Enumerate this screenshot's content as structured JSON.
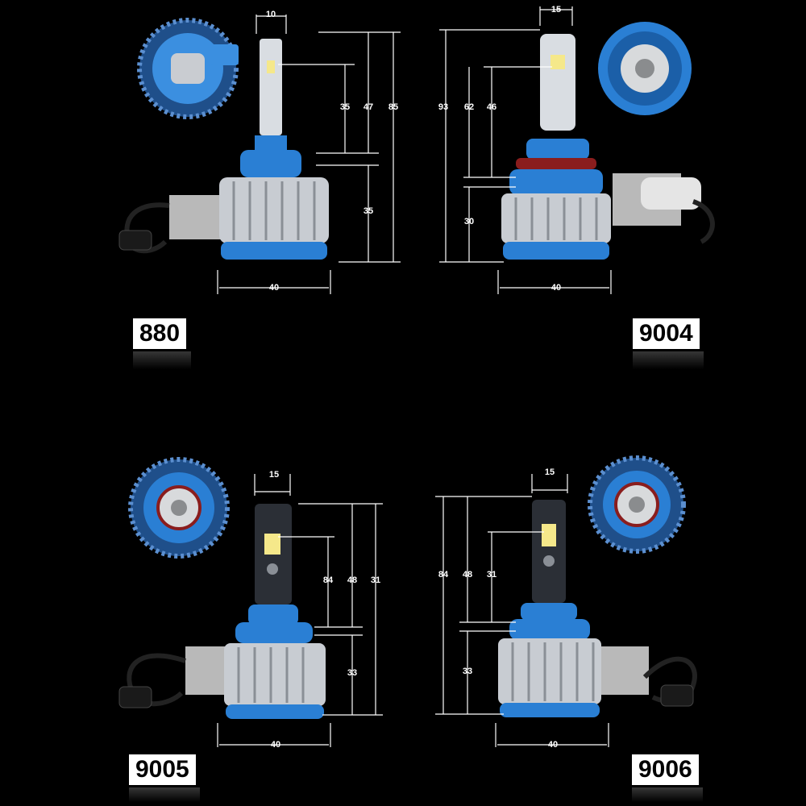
{
  "panels": [
    {
      "model": "880",
      "dims": {
        "top_width": "10",
        "led_height": "35",
        "neck_height": "47",
        "total_height": "85",
        "base_height": "35",
        "base_width": "40"
      }
    },
    {
      "model": "9004",
      "dims": {
        "top_width": "15",
        "total_height": "93",
        "neck_height": "62",
        "led_height": "46",
        "base_height": "30",
        "base_width": "40"
      }
    },
    {
      "model": "9005",
      "dims": {
        "top_width": "15",
        "led_height": "84",
        "neck_height": "48",
        "total_height": "31",
        "base_height": "33",
        "base_width": "40"
      }
    },
    {
      "model": "9006",
      "dims": {
        "top_width": "15",
        "total_height": "84",
        "neck_height": "48",
        "led_height": "31",
        "base_height": "33",
        "base_width": "40"
      }
    }
  ],
  "colors": {
    "base_blue": "#2a7fd4",
    "heatsink": "#c8ccd2",
    "background": "#000000"
  }
}
